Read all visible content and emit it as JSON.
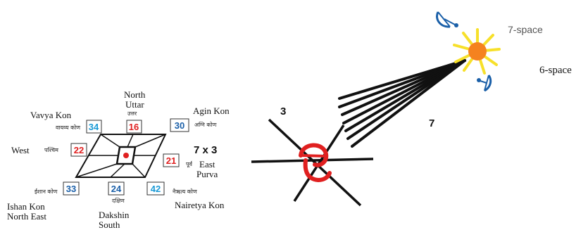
{
  "directions": {
    "north": {
      "en": "North",
      "alt": "Uttar",
      "hindi": "उत्तर"
    },
    "agin": {
      "en": "Agin Kon",
      "hindi": "अग्नि कोण"
    },
    "vavya": {
      "en": "Vavya Kon",
      "hindi": "वायव्य कोण"
    },
    "west": {
      "en": "West",
      "hindi": "पश्चिम"
    },
    "east": {
      "hindi": "पूर्व",
      "en": "East",
      "alt": "Purva"
    },
    "ishan": {
      "hindi": "ईशान कोण",
      "en": "Ishan Kon",
      "alt": "North East"
    },
    "dakshin": {
      "hindi": "दक्षिण",
      "en": "Dakshin",
      "alt": "South"
    },
    "nairetya": {
      "hindi": "नैऋत्य कोण",
      "en": "Nairetya Kon"
    }
  },
  "numbers": {
    "n34": "34",
    "n16": "16",
    "n30": "30",
    "n22": "22",
    "n21": "21",
    "n33": "33",
    "n24": "24",
    "n42": "42"
  },
  "labels": {
    "multiply": "7 x 3",
    "three": "3",
    "seven": "7",
    "space7": "7-space",
    "space6": "6-space"
  },
  "colors": {
    "red": "#e02020",
    "blue": "#1a5fa8",
    "sun": "#f5821f",
    "rays": "#f7e02a"
  }
}
